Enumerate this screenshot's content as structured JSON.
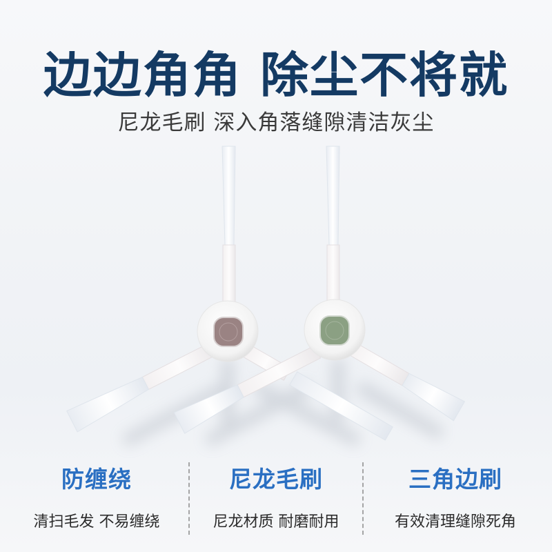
{
  "headline": {
    "text": "边边角角 除尘不将就",
    "color": "#143a63"
  },
  "subheadline": {
    "text": "尼龙毛刷 深入角落缝隙清洁灰尘"
  },
  "product": {
    "name": "side-brushes",
    "count": 2,
    "hub_colors": [
      "#9a8383",
      "#8ba083"
    ],
    "bristle_color": "#ffffff"
  },
  "features": [
    {
      "title": "防缠绕",
      "desc": "清扫毛发 不易缠绕"
    },
    {
      "title": "尼龙毛刷",
      "desc": "尼龙材质 耐磨耐用"
    },
    {
      "title": "三角边刷",
      "desc": "有效清理缝隙死角"
    }
  ],
  "accent_color": "#2a6fc2"
}
